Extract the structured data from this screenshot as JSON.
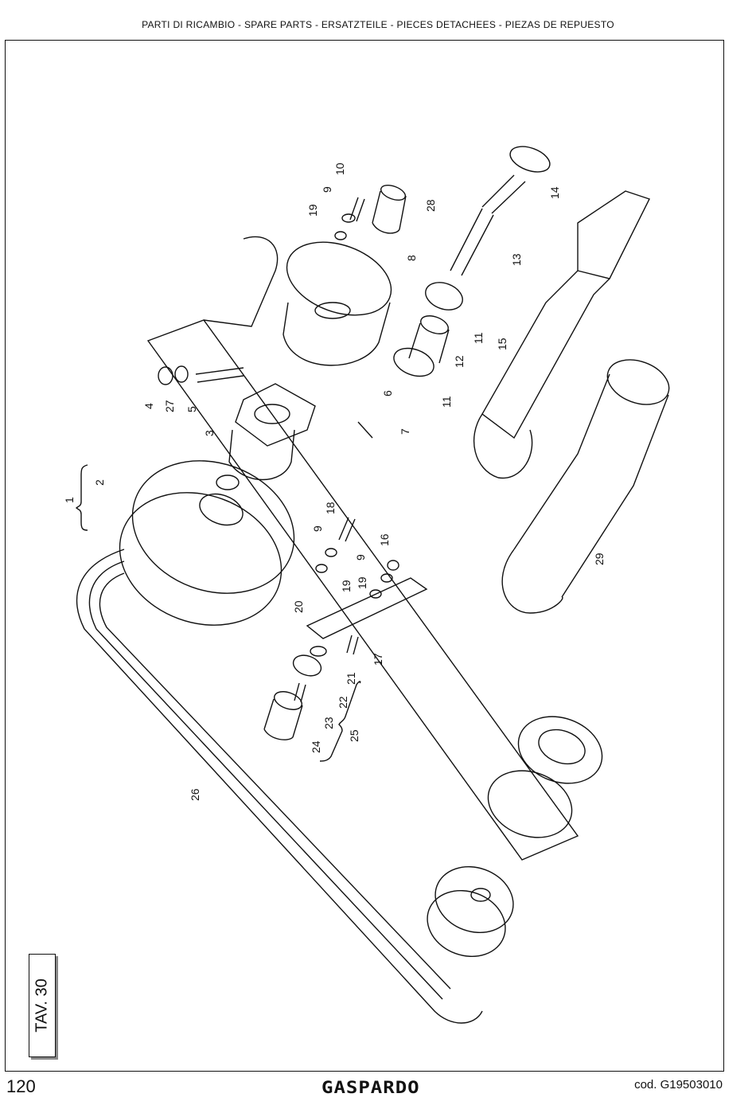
{
  "header": {
    "title": "PARTI DI RICAMBIO - SPARE PARTS - ERSATZTEILE - PIECES DETACHEES - PIEZAS DE REPUESTO"
  },
  "table": {
    "label": "TAV. 30"
  },
  "footer": {
    "page_number": "120",
    "brand": "GASPARDO",
    "code": "cod.  G19503010"
  },
  "callouts": [
    "1",
    "2",
    "3",
    "4",
    "5",
    "6",
    "7",
    "8",
    "9",
    "9",
    "9",
    "10",
    "11",
    "11",
    "12",
    "13",
    "14",
    "15",
    "16",
    "17",
    "18",
    "19",
    "19",
    "19",
    "20",
    "21",
    "22",
    "23",
    "24",
    "25",
    "26",
    "27",
    "28",
    "29"
  ]
}
